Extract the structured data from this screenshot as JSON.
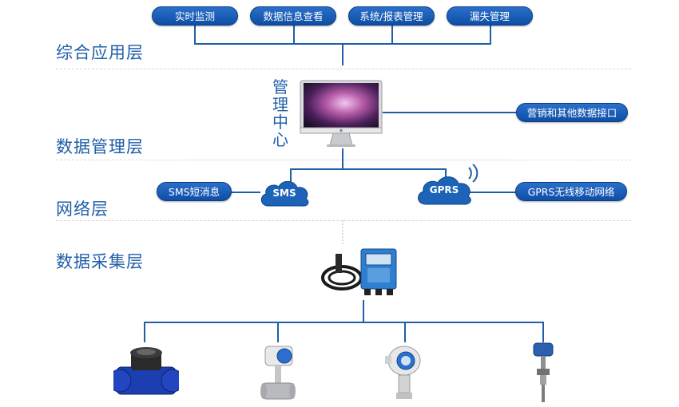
{
  "top_buttons": [
    "实时监测",
    "数据信息查看",
    "系统/报表管理",
    "漏失管理"
  ],
  "layers": {
    "app": "综合应用层",
    "data_mgmt": "数据管理层",
    "network": "网络层",
    "collection": "数据采集层"
  },
  "center_label": [
    "管",
    "理",
    "中",
    "心"
  ],
  "right_interface_pill": "营销和其他数据接口",
  "sms_pill": "SMS短消息",
  "sms_cloud": "SMS",
  "gprs_cloud": "GPRS",
  "gprs_pill": "GPRS无线移动网络",
  "colors": {
    "accent": "#1f5fa8",
    "pill": "#0e4ea6"
  },
  "icons": [
    "monitor-icon",
    "data-logger-icon",
    "water-meter-icon",
    "vortex-flowmeter-icon",
    "pressure-transmitter-icon",
    "insertion-probe-icon",
    "wireless-signal-icon"
  ]
}
